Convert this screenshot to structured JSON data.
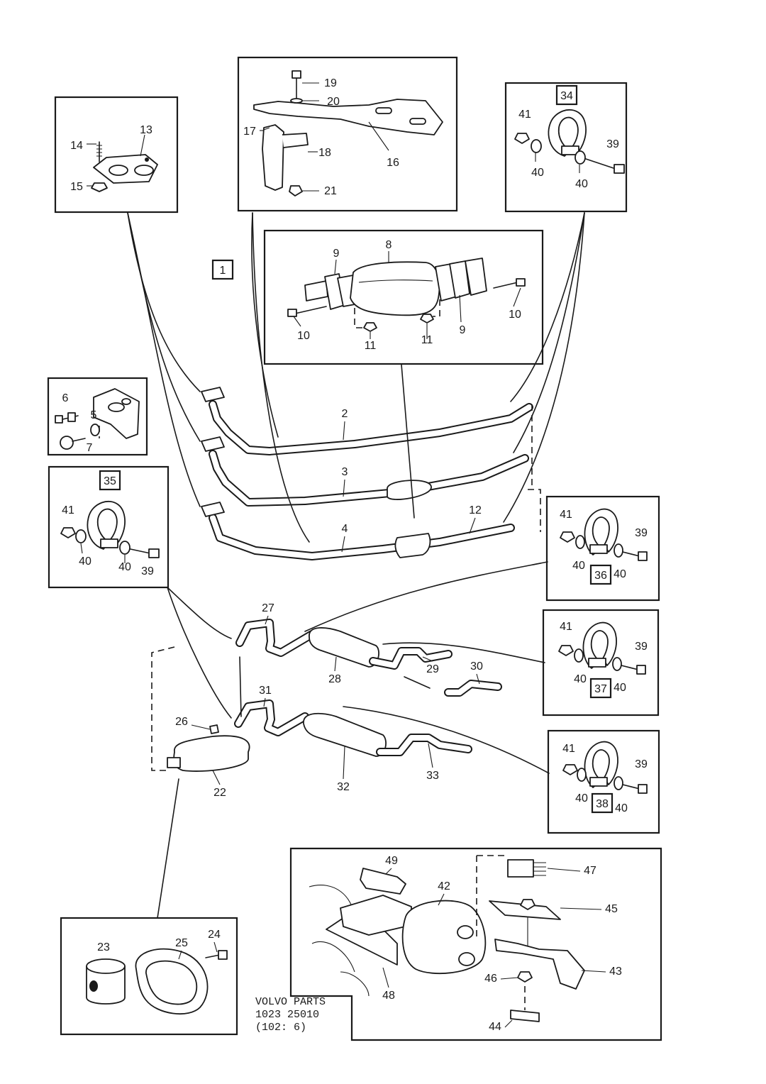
{
  "footer": {
    "line1": "VOLVO PARTS",
    "line2": "1023 25010",
    "line3": "(102: 6)"
  },
  "group_ref": "1",
  "callouts": [
    {
      "id": "1"
    },
    {
      "id": "2"
    },
    {
      "id": "3"
    },
    {
      "id": "4"
    },
    {
      "id": "5"
    },
    {
      "id": "6"
    },
    {
      "id": "7"
    },
    {
      "id": "8"
    },
    {
      "id": "9"
    },
    {
      "id": "10"
    },
    {
      "id": "11"
    },
    {
      "id": "12"
    },
    {
      "id": "13"
    },
    {
      "id": "14"
    },
    {
      "id": "15"
    },
    {
      "id": "16"
    },
    {
      "id": "17"
    },
    {
      "id": "18"
    },
    {
      "id": "19"
    },
    {
      "id": "20"
    },
    {
      "id": "21"
    },
    {
      "id": "22"
    },
    {
      "id": "23"
    },
    {
      "id": "24"
    },
    {
      "id": "25"
    },
    {
      "id": "26"
    },
    {
      "id": "27"
    },
    {
      "id": "28"
    },
    {
      "id": "29"
    },
    {
      "id": "30"
    },
    {
      "id": "31"
    },
    {
      "id": "32"
    },
    {
      "id": "33"
    },
    {
      "id": "34"
    },
    {
      "id": "35"
    },
    {
      "id": "36"
    },
    {
      "id": "37"
    },
    {
      "id": "38"
    },
    {
      "id": "39"
    },
    {
      "id": "40"
    },
    {
      "id": "41"
    },
    {
      "id": "42"
    },
    {
      "id": "43"
    },
    {
      "id": "44"
    },
    {
      "id": "45"
    },
    {
      "id": "46"
    },
    {
      "id": "47"
    },
    {
      "id": "48"
    },
    {
      "id": "49"
    }
  ],
  "boxed_callouts": [
    "1",
    "34",
    "35",
    "36",
    "37",
    "38"
  ]
}
